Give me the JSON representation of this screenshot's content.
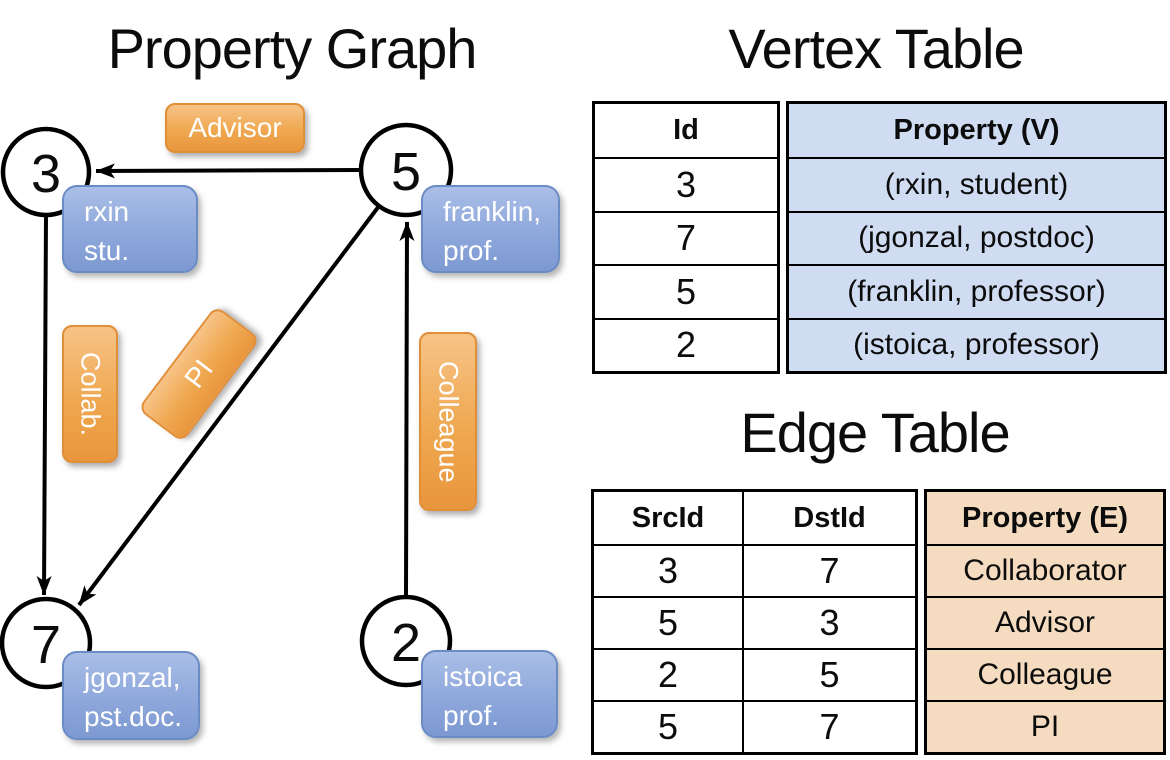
{
  "titles": {
    "graph": "Property Graph",
    "vertex_table": "Vertex Table",
    "edge_table": "Edge Table"
  },
  "graph": {
    "nodes": {
      "n3": "3",
      "n5": "5",
      "n7": "7",
      "n2": "2"
    },
    "edge_labels": {
      "advisor": "Advisor",
      "collab": "Collab.",
      "pi": "PI",
      "colleague": "Colleague"
    },
    "node_properties": {
      "n3": {
        "line1": "rxin",
        "line2": "stu."
      },
      "n5": {
        "line1": "franklin,",
        "line2": "prof."
      },
      "n7": {
        "line1": "jgonzal,",
        "line2": "pst.doc."
      },
      "n2": {
        "line1": "istoica",
        "line2": "prof."
      }
    }
  },
  "vertex_table": {
    "headers": {
      "id": "Id",
      "property": "Property (V)"
    },
    "rows": [
      {
        "id": "3",
        "property": "(rxin, student)"
      },
      {
        "id": "7",
        "property": "(jgonzal, postdoc)"
      },
      {
        "id": "5",
        "property": "(franklin, professor)"
      },
      {
        "id": "2",
        "property": "(istoica, professor)"
      }
    ]
  },
  "edge_table": {
    "headers": {
      "src": "SrcId",
      "dst": "DstId",
      "property": "Property (E)"
    },
    "rows": [
      {
        "src": "3",
        "dst": "7",
        "property": "Collaborator"
      },
      {
        "src": "5",
        "dst": "3",
        "property": "Advisor"
      },
      {
        "src": "2",
        "dst": "5",
        "property": "Colleague"
      },
      {
        "src": "5",
        "dst": "7",
        "property": "PI"
      }
    ]
  },
  "colors": {
    "edge_label_fill": "#efa850",
    "node_property_fill": "#8ea8db",
    "vertex_table_fill": "#cfdcf1",
    "edge_table_fill": "#f5dcc0"
  }
}
